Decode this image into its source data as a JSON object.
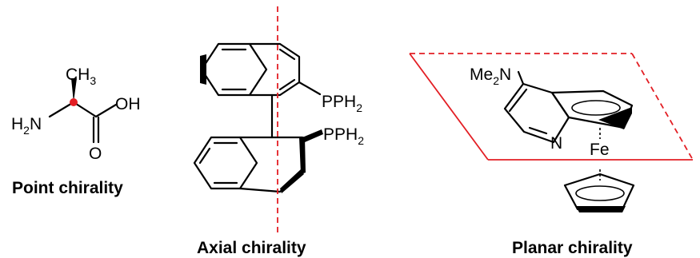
{
  "colors": {
    "accent_red": "#e31e24",
    "ink": "#000000"
  },
  "point": {
    "methyl_main": "CH",
    "methyl_sub": "3",
    "amine_main": "H",
    "amine_sub": "2",
    "amine_n": "N",
    "hydroxyl": "OH",
    "carbonyl_o": "O",
    "caption": "Point chirality"
  },
  "axial": {
    "phosphine_top_main": "PPH",
    "phosphine_top_sub": "2",
    "phosphine_bottom_main": "PPH",
    "phosphine_bottom_sub": "2",
    "caption": "Axial chirality"
  },
  "planar": {
    "dimethylamino_main": "Me",
    "dimethylamino_sub": "2",
    "dimethylamino_n": "N",
    "pyridine_n": "N",
    "iron": "Fe",
    "caption": "Planar chirality"
  }
}
